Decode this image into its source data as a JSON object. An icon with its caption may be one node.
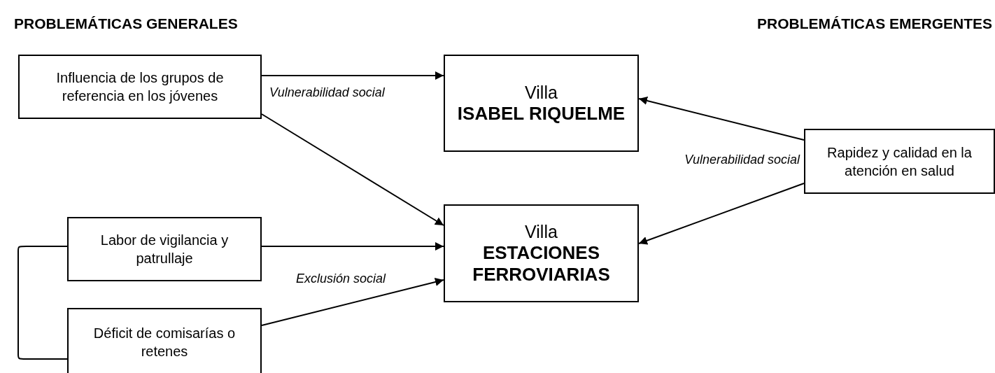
{
  "diagram": {
    "nodes": [
      {
        "text": [
          "Influencia de los grupos de referencia en los jóvenes"
        ]
      },
      {
        "text": [
          "Villa",
          "ISABEL RIQUELME"
        ]
      },
      {
        "text": [
          "Rapidez y calidad en la atención en salud"
        ]
      },
      {
        "text": [
          "Labor de vigilancia y patrullaje"
        ]
      },
      {
        "text": [
          "Villa",
          "ESTACIONES FERROVIARIAS"
        ]
      },
      {
        "text": [
          "Déficit de comisarías o retenes"
        ]
      }
    ],
    "edges": [
      {
        "from": 0,
        "to": 1,
        "arrow": "to",
        "label": "Vulnerabilidad social"
      },
      {
        "from": 0,
        "to": 4,
        "arrow": "to"
      },
      {
        "from": 2,
        "to": 1,
        "arrow": "to",
        "label": "Vulnerabilidad social"
      },
      {
        "from": 2,
        "to": 4,
        "arrow": "to"
      },
      {
        "from": 3,
        "to": 4,
        "arrow": "to"
      },
      {
        "from": 5,
        "to": 4,
        "arrow": "to",
        "label": "Exclusión social"
      },
      {
        "from": 3,
        "to": 5,
        "arrow": "none"
      }
    ],
    "labels": [
      "PROBLEMÁTICAS GENERALES",
      "PROBLEMÁTICAS EMERGENTES"
    ]
  }
}
